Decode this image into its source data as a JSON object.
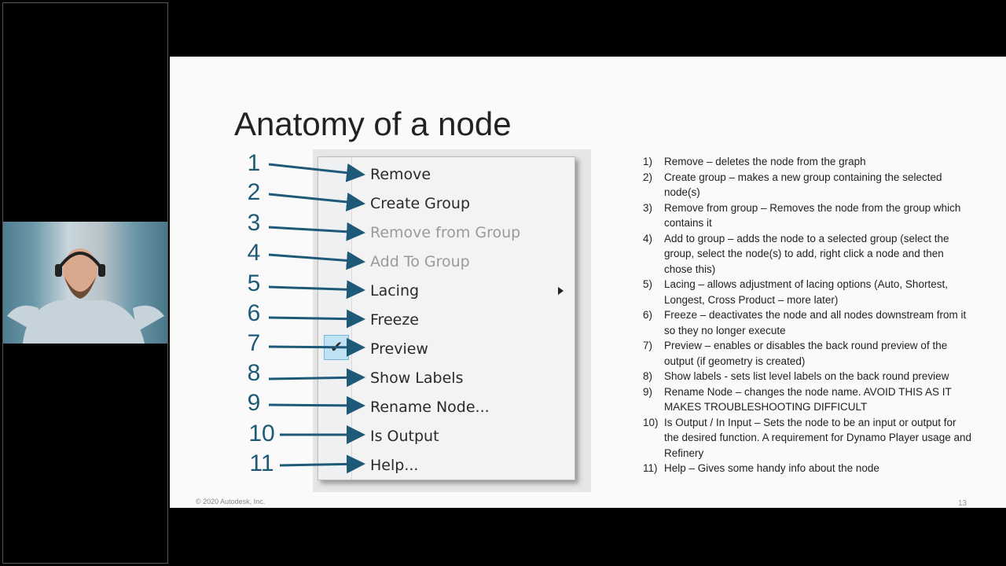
{
  "slide": {
    "title": "Anatomy of a node",
    "copyright": "© 2020 Autodesk, Inc.",
    "page_number": "13"
  },
  "menu": {
    "items": [
      {
        "label": "Remove",
        "enabled": true
      },
      {
        "label": "Create Group",
        "enabled": true
      },
      {
        "label": "Remove from Group",
        "enabled": false
      },
      {
        "label": "Add To Group",
        "enabled": false
      },
      {
        "label": "Lacing",
        "enabled": true,
        "submenu": true
      },
      {
        "label": "Freeze",
        "enabled": true
      },
      {
        "label": "Preview",
        "enabled": true,
        "checked": true
      },
      {
        "label": "Show Labels",
        "enabled": true
      },
      {
        "label": "Rename Node...",
        "enabled": true
      },
      {
        "label": "Is Output",
        "enabled": true
      },
      {
        "label": "Help...",
        "enabled": true
      }
    ],
    "check_glyph": "✔"
  },
  "numbers": [
    "1",
    "2",
    "3",
    "4",
    "5",
    "6",
    "7",
    "8",
    "9",
    "10",
    "11"
  ],
  "descriptions": [
    {
      "num": "1)",
      "text": "Remove – deletes the node from the graph"
    },
    {
      "num": "2)",
      "text": "Create group – makes a new group containing the selected node(s)"
    },
    {
      "num": "3)",
      "text": "Remove from group – Removes the node from the group which contains it"
    },
    {
      "num": "4)",
      "text": "Add to group – adds the node to a selected group (select the group, select the node(s) to add, right click a node and then chose this)"
    },
    {
      "num": "5)",
      "text": "Lacing – allows adjustment of lacing options (Auto, Shortest, Longest, Cross Product – more later)"
    },
    {
      "num": "6)",
      "text": "Freeze – deactivates the node and all nodes downstream from it so they no longer execute"
    },
    {
      "num": "7)",
      "text": "Preview – enables or disables the back round preview of the output (if geometry is created)"
    },
    {
      "num": "8)",
      "text": "Show labels - sets list level labels on the back round preview"
    },
    {
      "num": "9)",
      "text": "Rename Node – changes the node name. AVOID THIS AS IT MAKES TROUBLESHOOTING DIFFICULT"
    },
    {
      "num": "10)",
      "text": "Is Output / In Input – Sets the node to be an input or output for the desired function. A requirement for Dynamo Player usage and Refinery"
    },
    {
      "num": "11)",
      "text": "Help – Gives some handy info about the node"
    }
  ],
  "colors": {
    "accent": "#1e5a78",
    "slide_bg": "#fafafa",
    "menu_bg": "#f3f3f3",
    "disabled": "#9a9a9a"
  }
}
